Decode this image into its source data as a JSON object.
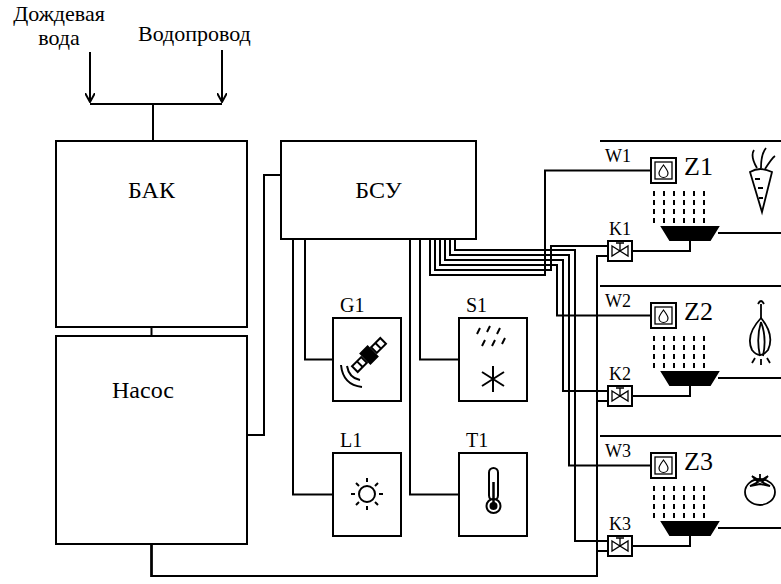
{
  "diagram": {
    "nodes": [
      {
        "text": [
          "БАК"
        ]
      },
      {
        "text": [
          "Насос"
        ]
      },
      {
        "text": [
          "БСУ"
        ]
      },
      {
        "text": [
          "G1"
        ]
      },
      {
        "text": [
          "S1"
        ]
      },
      {
        "text": [
          "L1"
        ]
      },
      {
        "text": [
          "T1"
        ]
      },
      {
        "text": [
          "W1"
        ]
      },
      {
        "text": [
          "K1"
        ]
      },
      {
        "text": [
          "W2"
        ]
      },
      {
        "text": [
          "K2"
        ]
      },
      {
        "text": [
          "W3"
        ]
      },
      {
        "text": [
          "K3"
        ]
      }
    ],
    "edges": [
      {
        "from": 0,
        "to": 1,
        "arrow": "none"
      },
      {
        "from": 1,
        "to": 2,
        "arrow": "none"
      },
      {
        "from": 2,
        "to": 3,
        "arrow": "none"
      },
      {
        "from": 2,
        "to": 4,
        "arrow": "none"
      },
      {
        "from": 2,
        "to": 5,
        "arrow": "none"
      },
      {
        "from": 2,
        "to": 6,
        "arrow": "none"
      },
      {
        "from": 2,
        "to": 7,
        "arrow": "none"
      },
      {
        "from": 2,
        "to": 8,
        "arrow": "none"
      },
      {
        "from": 2,
        "to": 9,
        "arrow": "none"
      },
      {
        "from": 2,
        "to": 10,
        "arrow": "none"
      },
      {
        "from": 2,
        "to": 11,
        "arrow": "none"
      },
      {
        "from": 2,
        "to": 12,
        "arrow": "none"
      },
      {
        "from": 1,
        "to": 8,
        "arrow": "none"
      },
      {
        "from": 1,
        "to": 10,
        "arrow": "none"
      },
      {
        "from": 1,
        "to": 12,
        "arrow": "none"
      }
    ],
    "labels": [
      "Дождевая вода",
      "Водопровод",
      "Z1",
      "Z2",
      "Z3"
    ]
  }
}
